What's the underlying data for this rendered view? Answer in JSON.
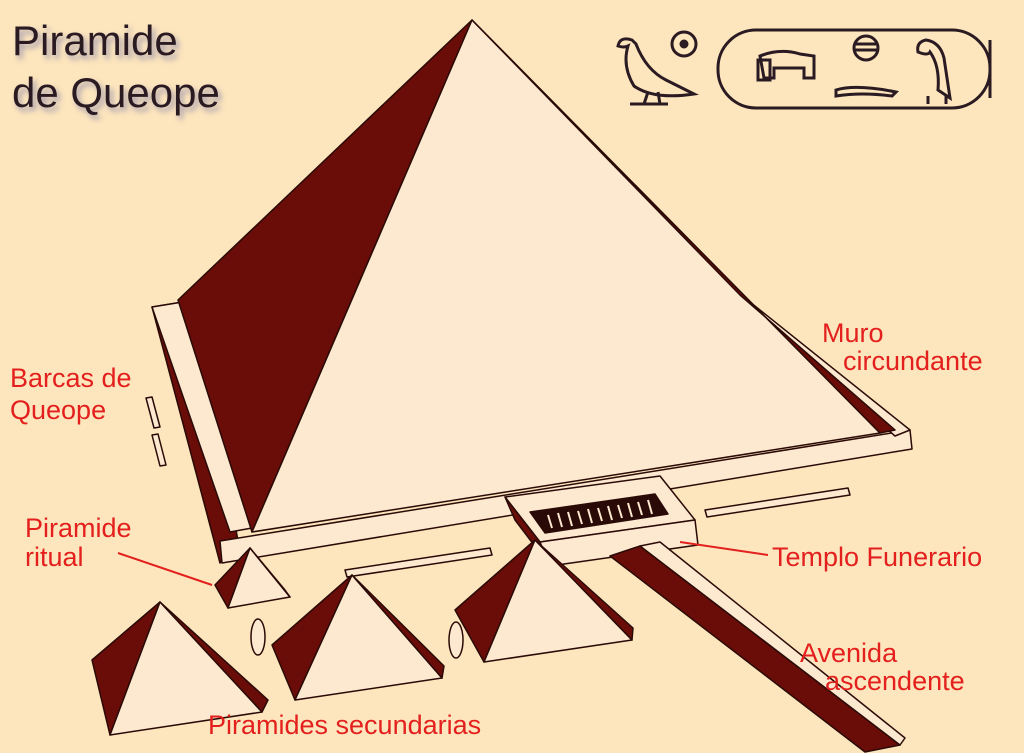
{
  "title": {
    "line1": "Piramide",
    "line2": "de Queope"
  },
  "labels": {
    "barcas_line1": "Barcas de",
    "barcas_line2": "Queope",
    "muro_line1": "Muro",
    "muro_line2": "circundante",
    "ritual_line1": "Piramide",
    "ritual_line2": "ritual",
    "templo": "Templo Funerario",
    "avenida_line1": "Avenida",
    "avenida_line2": "ascendente",
    "secundarias": "Piramides secundarias"
  },
  "colors": {
    "background": "#fde6bd",
    "stone_light": "#fce9d0",
    "stone_dark": "#6a0d08",
    "outline": "#2a0a06",
    "label_red": "#e3201d",
    "title_text": "#2a1a22"
  },
  "icons": [
    "hieroglyph-duck-icon",
    "hieroglyph-sun-icon",
    "cartouche-icon"
  ]
}
